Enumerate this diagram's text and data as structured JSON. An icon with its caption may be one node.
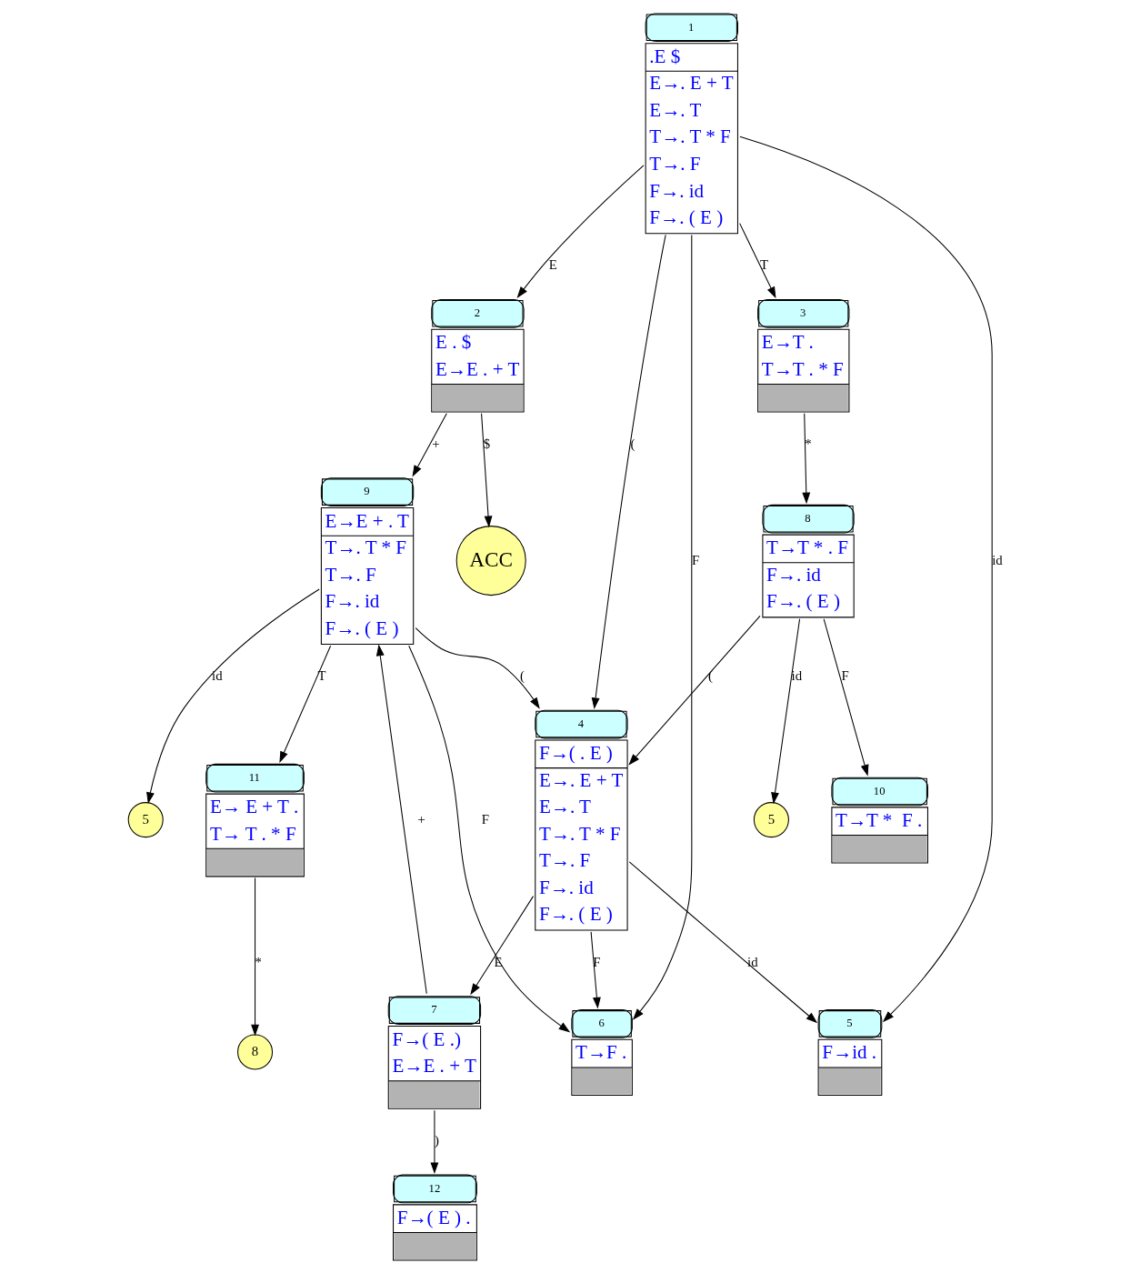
{
  "diagram": {
    "nodes": [
      {
        "text": [
          ".E $",
          "E→. E + T",
          "E→. T",
          "T→. T * F",
          "T→. F",
          "F→. id",
          "F→. ( E )"
        ],
        "beside": [
          "1"
        ]
      },
      {
        "text": [
          "ACC"
        ]
      },
      {
        "text": [
          "E . $",
          "E→E . + T"
        ],
        "beside": [
          "2"
        ]
      },
      {
        "text": [
          "T→F ."
        ],
        "beside": [
          "6"
        ]
      },
      {
        "text": [
          "F→id ."
        ],
        "beside": [
          "5"
        ]
      },
      {
        "text": [
          "F→( . E )",
          "E→. E + T",
          "E→. T",
          "T→. T * F",
          "T→. F",
          "F→. id",
          "F→. ( E )"
        ],
        "beside": [
          "4"
        ]
      },
      {
        "text": [
          "E→T .",
          "T→T . * F"
        ],
        "beside": [
          "3"
        ]
      },
      {
        "text": [
          "T→T * . F",
          "F→. id",
          "F→. ( E )"
        ],
        "beside": [
          "8"
        ]
      },
      {
        "text": [
          "5"
        ]
      },
      {
        "text": [
          "E→E + . T",
          "T→. T * F",
          "T→. F",
          "F→. id",
          "F→. ( E )"
        ],
        "beside": [
          "9"
        ]
      },
      {
        "text": [
          "F→( E .)",
          "E→E . + T"
        ],
        "beside": [
          "7"
        ]
      },
      {
        "text": [
          "5"
        ]
      },
      {
        "text": [
          "T→T *  F ."
        ],
        "beside": [
          "10"
        ]
      },
      {
        "text": [
          "F→( E ) ."
        ],
        "beside": [
          "12"
        ]
      },
      {
        "text": [
          "E→ E + T .",
          "T→ T . * F"
        ],
        "beside": [
          "11"
        ]
      },
      {
        "text": [
          "8"
        ]
      }
    ],
    "edges": [
      {
        "from": 0,
        "to": 2,
        "arrow": "to",
        "label": "E"
      },
      {
        "from": 0,
        "to": 3,
        "arrow": "to",
        "label": "F"
      },
      {
        "from": 0,
        "to": 4,
        "arrow": "to",
        "label": "id"
      },
      {
        "from": 0,
        "to": 5,
        "arrow": "to",
        "label": "("
      },
      {
        "from": 0,
        "to": 6,
        "arrow": "to",
        "label": "T"
      },
      {
        "from": 2,
        "to": 1,
        "arrow": "to",
        "label": "$"
      },
      {
        "from": 2,
        "to": 9,
        "arrow": "to",
        "label": "+"
      },
      {
        "from": 5,
        "to": 4,
        "arrow": "to",
        "label": "id"
      },
      {
        "from": 5,
        "to": 3,
        "arrow": "to",
        "label": "F"
      },
      {
        "from": 7,
        "to": 5,
        "arrow": "to",
        "label": "("
      },
      {
        "from": 6,
        "to": 7,
        "arrow": "to",
        "label": "*"
      },
      {
        "from": 7,
        "to": 8,
        "arrow": "to",
        "label": "id"
      },
      {
        "from": 7,
        "to": 12,
        "arrow": "to",
        "label": "F"
      },
      {
        "from": 5,
        "to": 10,
        "arrow": "to",
        "label": "E"
      },
      {
        "from": 9,
        "to": 3,
        "arrow": "to",
        "label": "F"
      },
      {
        "from": 9,
        "to": 5,
        "arrow": "to",
        "label": "("
      },
      {
        "from": 10,
        "to": 9,
        "arrow": "to",
        "label": "+"
      },
      {
        "from": 9,
        "to": 11,
        "arrow": "to",
        "label": "id"
      },
      {
        "from": 10,
        "to": 13,
        "arrow": "to",
        "label": ")"
      },
      {
        "from": 9,
        "to": 14,
        "arrow": "to",
        "label": "T"
      },
      {
        "from": 14,
        "to": 15,
        "arrow": "to",
        "label": "*"
      }
    ]
  }
}
